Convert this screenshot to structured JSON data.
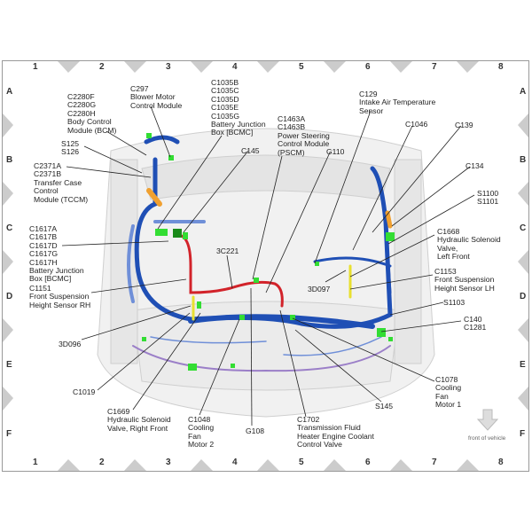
{
  "grid": {
    "columns": [
      "1",
      "2",
      "3",
      "4",
      "5",
      "6",
      "7",
      "8"
    ],
    "rows": [
      "A",
      "B",
      "C",
      "D",
      "E",
      "F"
    ]
  },
  "labels": {
    "c2280": "C2280F\nC2280G\nC2280H\nBody Control\nModule (BCM)",
    "c297": "C297\nBlower Motor\nControl Module",
    "c1035": "C1035B\nC1035C\nC1035D\nC1035E\nC1035G\nBattery Junction\nBox [BCMC]",
    "c1463": "C1463A\nC1463B\nPower Steering\nControl Module\n(PSCM)",
    "c129": "C129\nIntake Air Temperature\nSensor",
    "c1046": "C1046",
    "c139": "C139",
    "s125": "S125\nS126",
    "g110": "G110",
    "c145": "C145",
    "c134": "C134",
    "c2371": "C2371A\nC2371B\nTransfer Case\nControl\nModule (TCCM)",
    "s1100": "S1100\nS1101",
    "c1617": "C1617A\nC1617B\nC1617D\nC1617G\nC1617H\nBattery Junction\nBox [BCMC]",
    "c1668": "C1668\nHydraulic Solenoid\nValve,\nLeft Front",
    "c3c221": "3C221",
    "c1153": "C1153\nFront Suspension\nHeight Sensor LH",
    "d3d097": "3D097",
    "c1151": "C1151\nFront Suspension\nHeight Sensor RH",
    "s1103": "S1103",
    "c140": "C140\nC1281",
    "d3d096": "3D096",
    "c1019": "C1019",
    "c1078": "C1078\nCooling\nFan\nMotor 1",
    "s145": "S145",
    "c1669": "C1669\nHydraulic Solenoid\nValve, Right Front",
    "c1048": "C1048\nCooling\nFan\nMotor 2",
    "g108": "G108",
    "c1702": "C1702\nTransmission Fluid\nHeater Engine Coolant\nControl Valve"
  },
  "front_of_vehicle": "front of vehicle",
  "colors": {
    "harness_blue": "#1f4fb5",
    "harness_light_blue": "#6f8fd8",
    "power_red": "#d2232a",
    "purple": "#9b7fc8",
    "connector_green": "#33dd33",
    "orange": "#f0a030",
    "yellow": "#e8e030"
  }
}
